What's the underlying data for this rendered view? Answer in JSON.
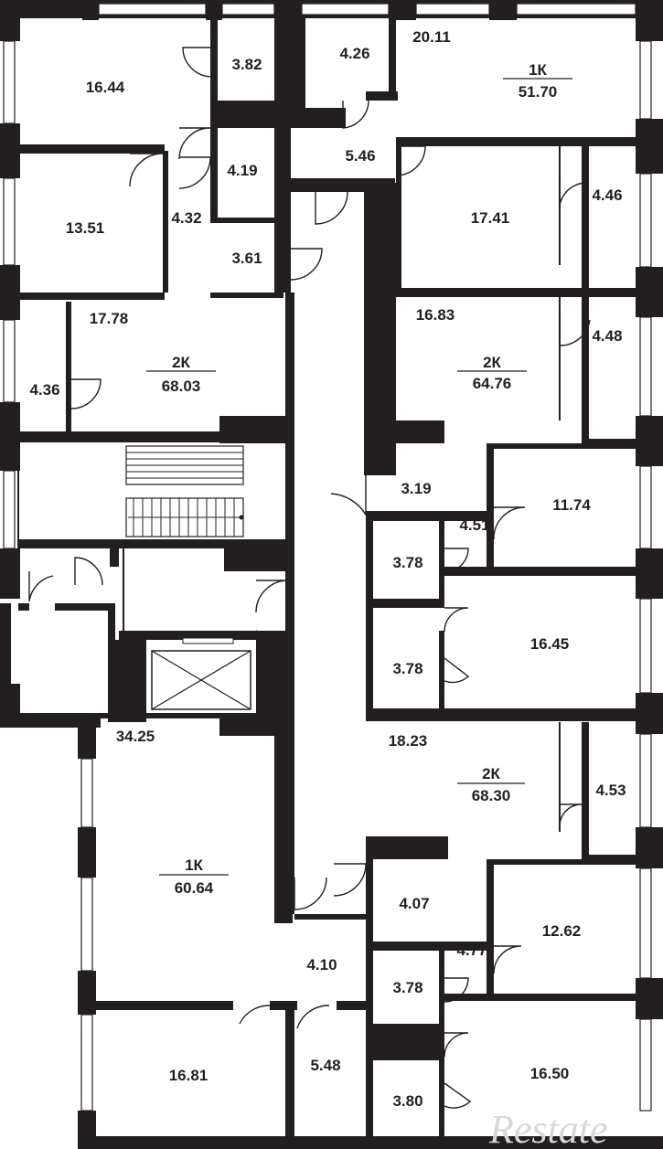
{
  "apartments": [
    {
      "type": "1К",
      "total": "51.70"
    },
    {
      "type": "2К",
      "total": "68.03"
    },
    {
      "type": "2К",
      "total": "64.76"
    },
    {
      "type": "1К",
      "total": "60.64"
    },
    {
      "type": "2К",
      "total": "68.30"
    }
  ],
  "rooms": {
    "r1": "16.44",
    "r2": "3.82",
    "r3": "4.26",
    "r4": "20.11",
    "r5": "5.46",
    "r6": "4.19",
    "r7": "13.51",
    "r8": "4.32",
    "r9": "3.61",
    "r10": "17.41",
    "r11": "4.46",
    "r12": "17.78",
    "r13": "4.36",
    "r14": "16.83",
    "r15": "4.48",
    "r16": "3.19",
    "r17": "4.51",
    "r18": "11.74",
    "r19": "3.78",
    "r20": "16.45",
    "r21": "3.78",
    "r22": "34.25",
    "r23": "18.23",
    "r24": "4.53",
    "r25": "4.07",
    "r26": "12.62",
    "r27": "4.77",
    "r28": "4.10",
    "r29": "3.78",
    "r30": "16.81",
    "r31": "5.48",
    "r32": "16.50",
    "r33": "3.80"
  },
  "watermark": "Restate"
}
